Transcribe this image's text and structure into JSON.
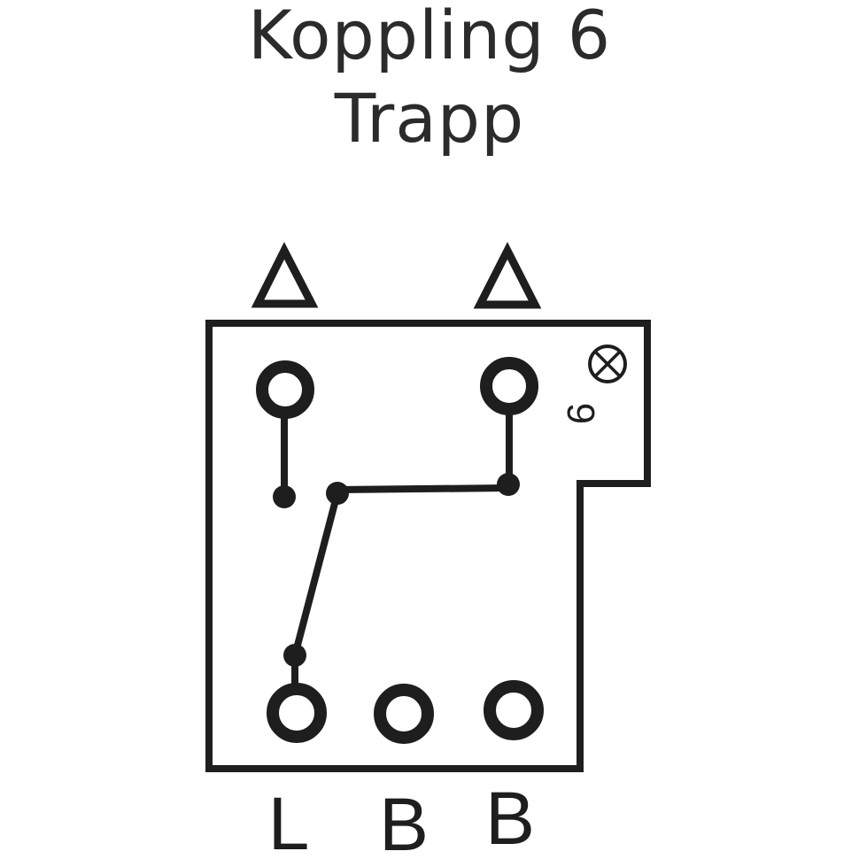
{
  "title": {
    "line1": "Koppling 6",
    "line2": "Trapp"
  },
  "diagram": {
    "description": "Wiring diagram for stair (trapp) switch, coupling 6",
    "colors": {
      "stroke": "#1e1e1e",
      "background": "#ffffff",
      "title_text": "#2b2b2b"
    },
    "top_symbols": [
      "triangle-icon",
      "triangle-icon"
    ],
    "indicator_symbol": "lamp-icon",
    "side_number": "6",
    "terminal_labels": [
      "L",
      "B",
      "B"
    ],
    "terminals": {
      "top": [
        {
          "id": "T1"
        },
        {
          "id": "T2"
        }
      ],
      "bottom": [
        {
          "id": "L"
        },
        {
          "id": "B1"
        },
        {
          "id": "B2"
        }
      ]
    },
    "connections": [
      {
        "from": "T1",
        "to": "contact-open-end",
        "note": "open contact (switch lever)"
      },
      {
        "from": "L",
        "to": "T2",
        "note": "switch lever from L to T2 via pivot"
      }
    ]
  }
}
